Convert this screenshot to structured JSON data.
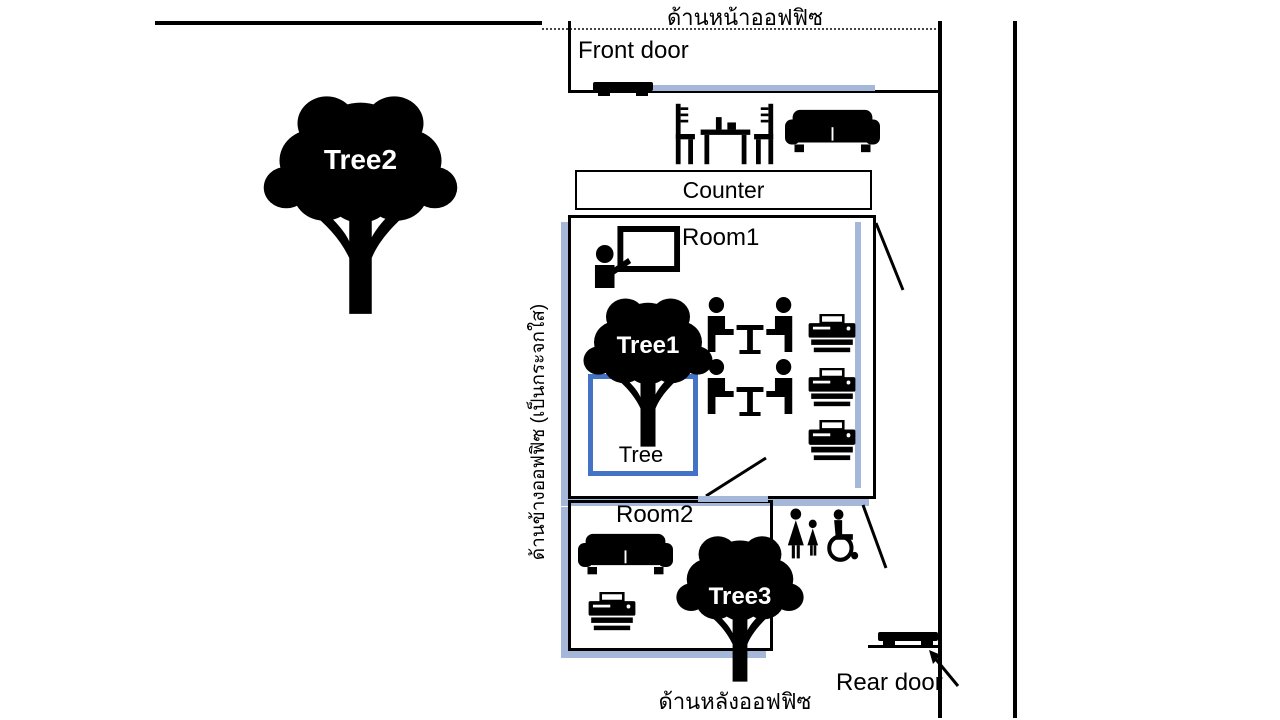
{
  "palette": {
    "wall": "#000000",
    "glass_blue": "#a6b8d9",
    "box_blue": "#4472c4"
  },
  "labels": {
    "front_side": "ด้านหน้าออฟฟิซ",
    "front_door": "Front door",
    "counter": "Counter",
    "room1": "Room1",
    "tree1": "Tree1",
    "tree_box": "Tree",
    "tree2": "Tree2",
    "tree3": "Tree3",
    "room2": "Room2",
    "rear_door": "Rear door",
    "back_side": "ด้านหลังออฟฟิซ",
    "side_glass": "ด้านข้างออฟฟิซ (เป็นกระจกใส)"
  },
  "icons": [
    "tree-icon",
    "door-icon",
    "sofa-icon",
    "dining-table-icon",
    "meeting-table-icon",
    "printer-icon",
    "presenter-board-icon",
    "restroom-family-icon",
    "wheelchair-icon",
    "arrow-icon"
  ]
}
